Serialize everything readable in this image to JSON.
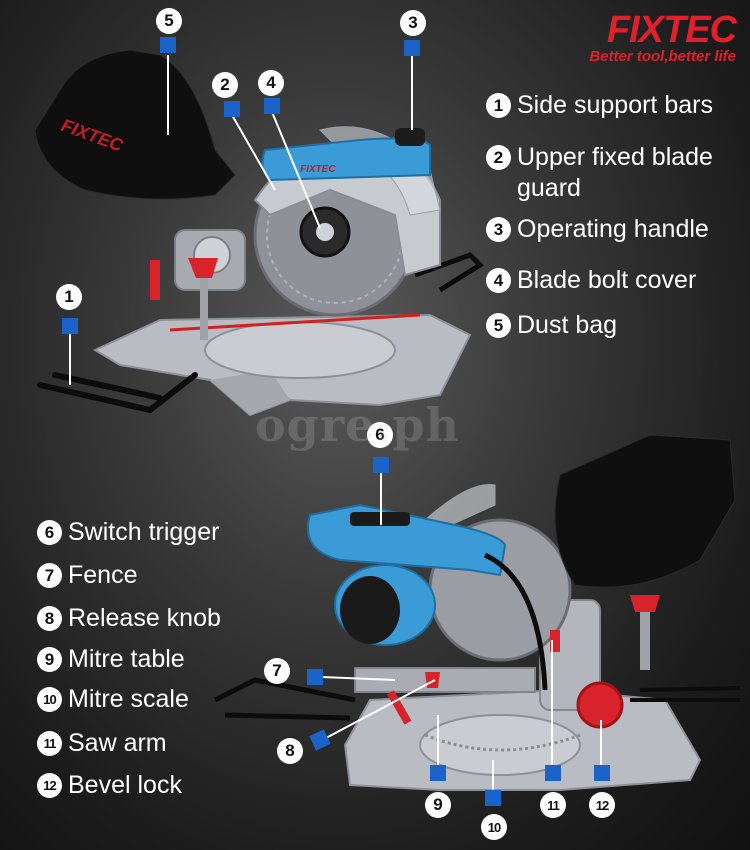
{
  "brand": {
    "logo": "FIXTEC",
    "tagline": "Better tool,better life",
    "color": "#e0202a"
  },
  "watermark": "ogre.ph",
  "legend_top": [
    {
      "n": "1",
      "label": "Side support bars"
    },
    {
      "n": "2",
      "label": "Upper fixed blade guard"
    },
    {
      "n": "3",
      "label": "Operating handle"
    },
    {
      "n": "4",
      "label": "Blade bolt cover"
    },
    {
      "n": "5",
      "label": "Dust bag"
    }
  ],
  "legend_bottom": [
    {
      "n": "6",
      "label": "Switch trigger"
    },
    {
      "n": "7",
      "label": "Fence"
    },
    {
      "n": "8",
      "label": "Release knob"
    },
    {
      "n": "9",
      "label": "Mitre table"
    },
    {
      "n": "10",
      "label": "Mitre scale"
    },
    {
      "n": "11",
      "label": "Saw arm"
    },
    {
      "n": "12",
      "label": "Bevel lock"
    }
  ],
  "callouts": [
    "5",
    "3",
    "2",
    "4",
    "1",
    "6",
    "7",
    "8",
    "9",
    "10",
    "11",
    "12"
  ],
  "bag_logo": "FIXTEC",
  "guard_logo": "FIXTEC",
  "colors": {
    "accent_blue": "#1a63c9",
    "tool_blue": "#3a9bd6",
    "red": "#d8232a",
    "silver": "#b8bcc2"
  }
}
